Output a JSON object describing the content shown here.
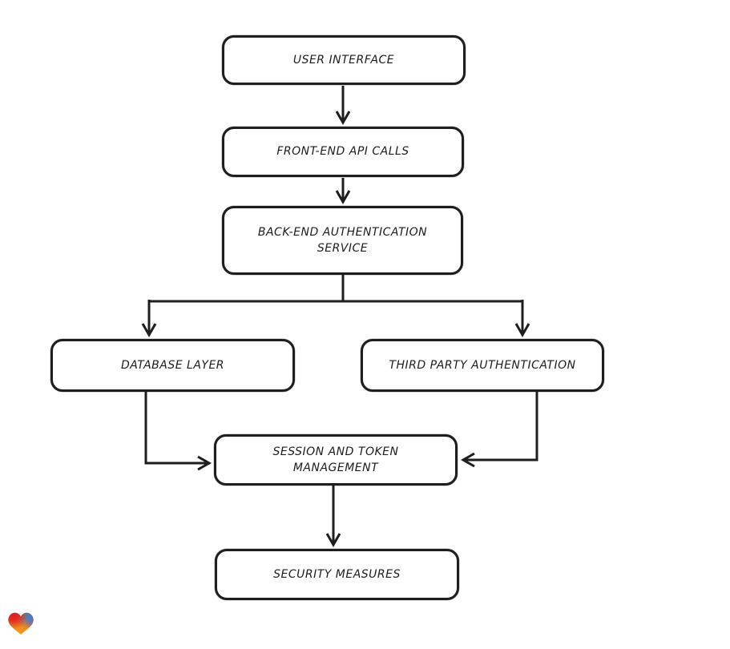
{
  "diagram": {
    "type": "flowchart",
    "style": "hand-drawn",
    "stroke_color": "#1e1e1e",
    "node_fill": "#ffffff",
    "nodes": {
      "user_interface": {
        "label": "USER INTERFACE"
      },
      "front_end_api_calls": {
        "label": "FRONT-END API CALLS"
      },
      "back_end_auth_service": {
        "label": "BACK-END AUTHENTICATION\nSERVICE"
      },
      "database_layer": {
        "label": "DATABASE LAYER"
      },
      "third_party_auth": {
        "label": "THIRD PARTY AUTHENTICATION"
      },
      "session_token_management": {
        "label": "SESSION AND TOKEN\nMANAGEMENT"
      },
      "security_measures": {
        "label": "SECURITY MEASURES"
      }
    },
    "edges": [
      {
        "from": "user_interface",
        "to": "front_end_api_calls"
      },
      {
        "from": "front_end_api_calls",
        "to": "back_end_auth_service"
      },
      {
        "from": "back_end_auth_service",
        "to": "database_layer"
      },
      {
        "from": "back_end_auth_service",
        "to": "third_party_auth"
      },
      {
        "from": "database_layer",
        "to": "session_token_management"
      },
      {
        "from": "third_party_auth",
        "to": "session_token_management"
      },
      {
        "from": "session_token_management",
        "to": "security_measures"
      }
    ]
  },
  "branding": {
    "logo": "gradient-heart-logo",
    "logo_colors": [
      "#e02023",
      "#5f9e3e",
      "#2f86d6",
      "#8a4bbf",
      "#f6a21d"
    ]
  }
}
